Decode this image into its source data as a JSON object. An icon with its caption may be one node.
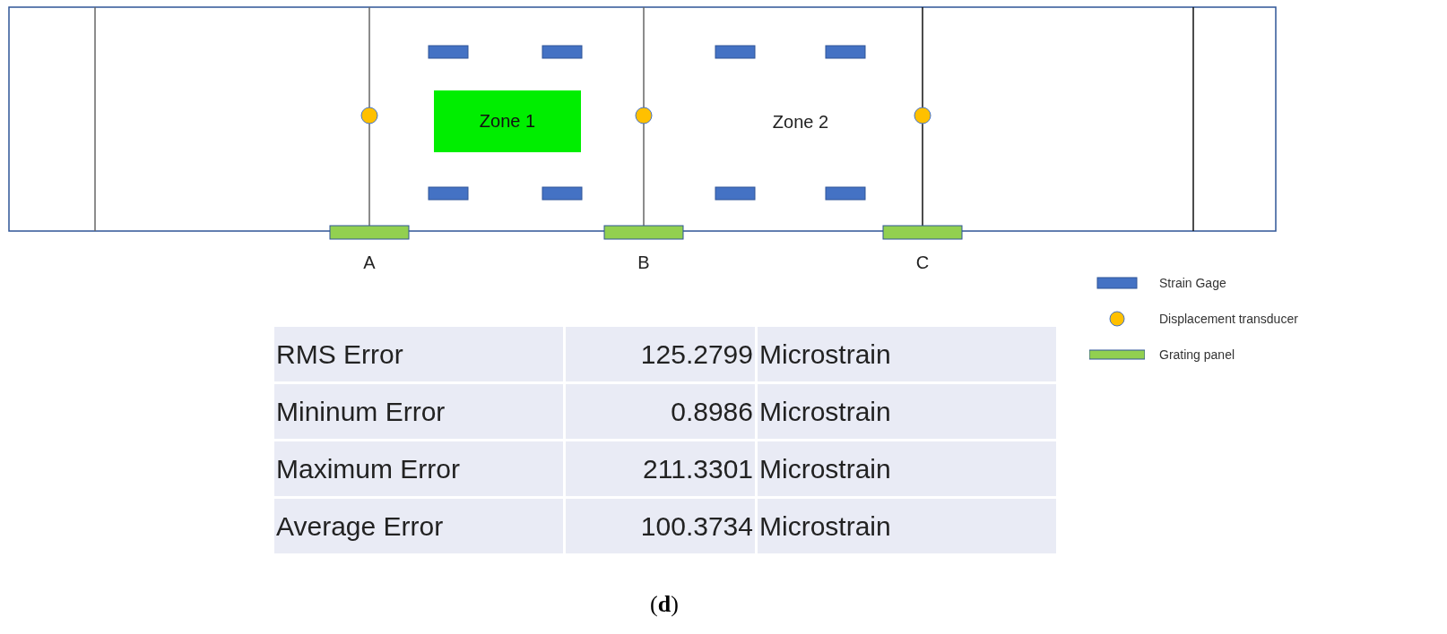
{
  "diagram": {
    "caption": "(**d**)",
    "nodes": [
      {
        "text": [
          "Zone 1"
        ]
      }
    ],
    "labels": [
      "Zone 2",
      "A",
      "B",
      "C",
      "RMS Error",
      "125.2799",
      "Microstrain",
      "Mininum Error",
      "0.8986",
      "Microstrain",
      "Maximum Error",
      "211.3301",
      "Microstrain",
      "Average Error",
      "100.3734",
      "Microstrain"
    ],
    "legend": [
      {
        "text": "Strain Gage",
        "color": "#4472c4"
      },
      {
        "text": "Displacement transducer",
        "color": "#ffc000"
      },
      {
        "text": "Grating panel",
        "color": "#92d050"
      }
    ]
  }
}
